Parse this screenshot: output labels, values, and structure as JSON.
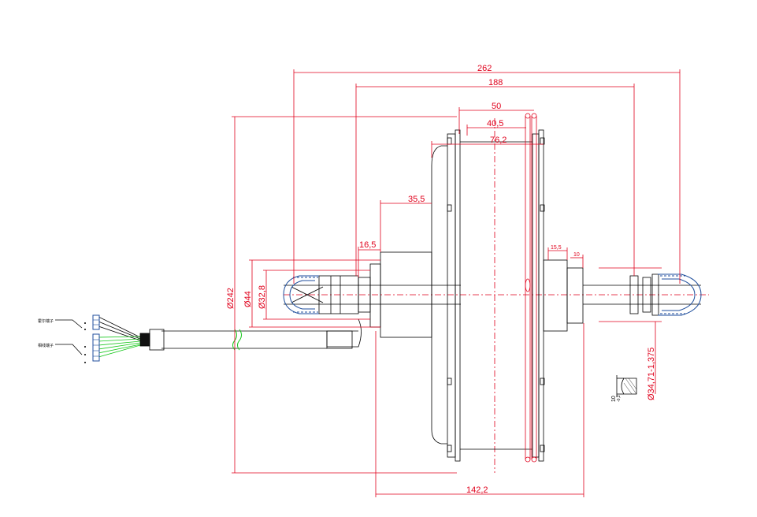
{
  "colors": {
    "dimension": "#e0001b",
    "outline": "#000000",
    "bearing_seal": "#1f4e9c",
    "wire": "#17c81c"
  },
  "dimensions": {
    "overall_axle_length": "262",
    "dropout_spacing": "188",
    "rim_width": "50",
    "rim_inner_width": "40,5",
    "rim_flange": "76,2",
    "hub_offset": "35,5",
    "cable_exit_offset": "16,5",
    "right_nut_offset": "15,5",
    "right_spacer": "10",
    "diameter_outer": "Ø242",
    "diameter_hub": "Ø44",
    "diameter_bearing": "Ø32,8",
    "body_width": "142,2",
    "thread_spec": "Ø34,71-1,375",
    "flat_width": "10",
    "flat_tolerance": "-0,2"
  },
  "connector_labels": {
    "upper": "霍尔端子",
    "lower": "相线端子"
  }
}
